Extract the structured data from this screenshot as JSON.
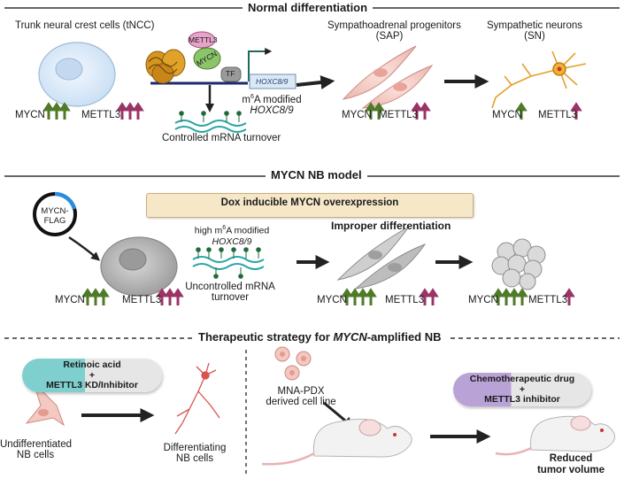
{
  "sections": {
    "normal": "Normal differentiation",
    "model": "MYCN NB model",
    "therapy_prefix": "Therapeutic strategy for ",
    "therapy_gene": "MYCN",
    "therapy_suffix": "-amplified NB"
  },
  "normal": {
    "tncc_label": "Trunk neural crest cells (tNCC)",
    "sap_label_line1": "Sympathoadrenal progenitors",
    "sap_label_line2": "(SAP)",
    "sn_label_line1": "Sympathetic neurons",
    "sn_label_line2": "(SN)",
    "mettl3_tag": "METTL3",
    "mycn_tag": "MYCN",
    "tf_tag": "TF",
    "hox_box": "HOXC8/9",
    "m6a_prefix": "m",
    "m6a_sup": "6",
    "m6a_suffix": "A modified",
    "m6a_gene": "HOXC8/9",
    "turnover": "Controlled mRNA turnover",
    "mycn": "MYCN",
    "mettl3": "METTL3"
  },
  "model": {
    "plasmid_line1": "MYCN-",
    "plasmid_line2": "FLAG",
    "banner": "Dox inducible MYCN overexpression",
    "high_prefix": "high m",
    "high_sup": "6",
    "high_suffix": "A modified",
    "high_gene": "HOXC8/9",
    "turnover_line1": "Uncontrolled mRNA",
    "turnover_line2": "turnover",
    "improper": "Improper differentiation",
    "mycn": "MYCN",
    "mettl3": "METTL3"
  },
  "therapy": {
    "pill1_line1": "Retinoic acid",
    "pill1_line2": "+",
    "pill1_line3": "METTL3 KD/Inhibitor",
    "undiff_line1": "Undifferentiated",
    "undiff_line2": "NB cells",
    "diff_line1": "Differentiating",
    "diff_line2": "NB cells",
    "pdx_line1": "MNA-PDX",
    "pdx_line2": "derived cell line",
    "pill2_line1": "Chemotherapeutic drug",
    "pill2_line2": "+",
    "pill2_line3": "METTL3 inhibitor",
    "reduced_line1": "Reduced",
    "reduced_line2": "tumor volume"
  },
  "colors": {
    "mycn_arrow": "#4f7a28",
    "mettl3_arrow": "#9c3366",
    "divider": "#333333",
    "banner_fill": "#f6e7c8",
    "pill_teal": "#7fcfcf",
    "pill_lilac": "#b9a2d6",
    "pill_grey": "#e6e6e6"
  }
}
